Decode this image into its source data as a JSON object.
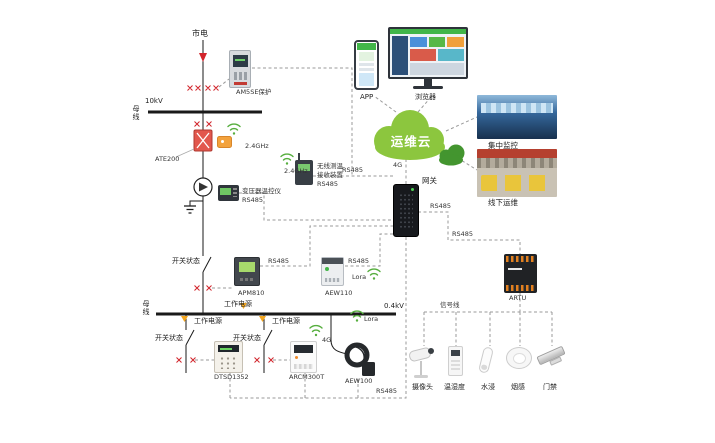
{
  "colors": {
    "cloud_green": "#8cc63e",
    "cloud_green_dark": "#43952f",
    "wifi_green": "#56ae3e",
    "power_red": "#d2232a",
    "line_black": "#1a1a1a",
    "comm_gray": "#9a9a9a"
  },
  "power": {
    "mains": "市电",
    "hv_voltage": "10kV",
    "hv_busbar": "母线",
    "protection_relay": "AM5SE保护",
    "temp_sensor": {
      "model": "ATE200",
      "freq": "2.4GHz"
    },
    "freq2": "2.4GHz",
    "wireless_receiver": {
      "line1": "无线测温",
      "line2": "接收装置",
      "line3": "RS485",
      "bus": "RS485"
    },
    "transformer_controller": {
      "name": "变压器温控仪",
      "bus": "RS485"
    },
    "hv_switch_status": "开关状态",
    "hv_meter": {
      "model": "APM810",
      "bus": "RS485"
    },
    "wireless_module": {
      "model": "AEW110",
      "bus": "RS485",
      "radio": "Lora"
    },
    "aux_power_main": "工作电源",
    "lv_voltage": "0.4kV",
    "lv_busbar": "母线",
    "feeder1": {
      "aux": "工作电源",
      "switch": "开关状态",
      "meter": "DTSD1352"
    },
    "feeder2": {
      "aux": "工作电源",
      "switch": "开关状态",
      "meter": "ARCM300T"
    },
    "feeder3": {
      "meter": "AEW100",
      "radio": "Lora",
      "net": "4G"
    }
  },
  "cloud": {
    "label": "运维云",
    "uplink": "4G"
  },
  "gateway": {
    "label": "网关",
    "bus_right1": "RS485",
    "bus_right2": "RS485",
    "bus_bottom": "RS485"
  },
  "clients": {
    "app": "APP",
    "browser": "浏览器",
    "central_monitoring": "集中监控",
    "field_ops": "线下运维"
  },
  "io_unit": {
    "model": "ARTU",
    "signal": "信号线",
    "sensors": [
      "摄像头",
      "温湿度",
      "水浸",
      "烟感",
      "门禁"
    ]
  }
}
